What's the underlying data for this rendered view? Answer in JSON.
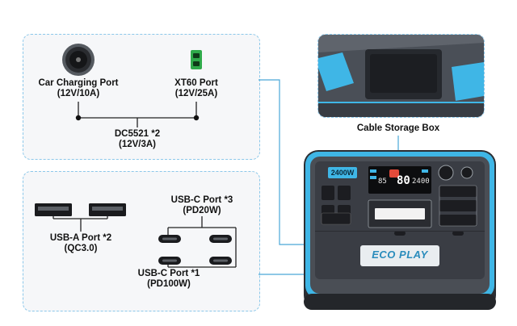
{
  "panel_top": {
    "car_port": {
      "name": "Car Charging Port",
      "spec": "(12V/10A)"
    },
    "xt60_port": {
      "name": "XT60 Port",
      "spec": "(12V/25A)"
    },
    "dc5521": {
      "name": "DC5521 *2",
      "spec": "(12V/3A)"
    }
  },
  "panel_bottom": {
    "usb_a": {
      "name": "USB-A Port *2",
      "spec": "(QC3.0)"
    },
    "usb_c_pd20": {
      "name": "USB-C Port *3",
      "spec": "(PD20W)"
    },
    "usb_c_pd100": {
      "name": "USB-C Port *1",
      "spec": "(PD100W)"
    }
  },
  "storage": {
    "label": "Cable Storage Box"
  },
  "device": {
    "capacity_badge": "2400W",
    "brand": "ECO PLAY",
    "display_left": "85",
    "display_mid": "80",
    "display_right": "2400"
  },
  "colors": {
    "accent": "#3fb6e6",
    "panel_border": "#8cc8ea",
    "body": "#3a3d44",
    "xt60_green": "#2faa4a"
  }
}
